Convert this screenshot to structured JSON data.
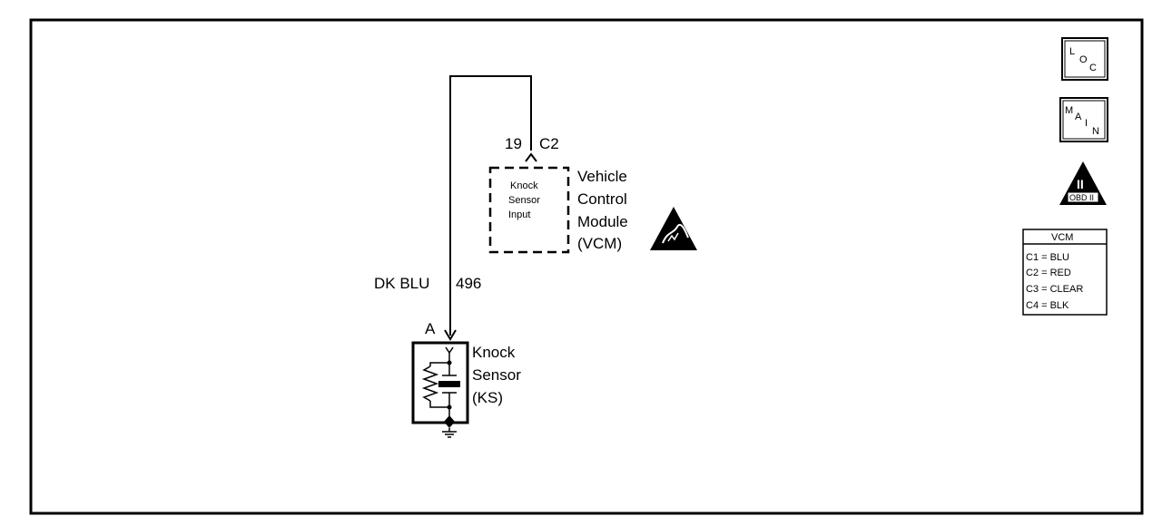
{
  "connector": {
    "pin": "19",
    "id": "C2"
  },
  "vcm_internal": {
    "line1": "Knock",
    "line2": "Sensor",
    "line3": "Input"
  },
  "vcm_label": {
    "line1": "Vehicle",
    "line2": "Control",
    "line3": "Module",
    "line4": "(VCM)"
  },
  "wire": {
    "color": "DK BLU",
    "circuit": "496"
  },
  "sensor_terminal": "A",
  "sensor_label": {
    "line1": "Knock",
    "line2": "Sensor",
    "line3": "(KS)"
  },
  "loc_icon": {
    "c1": "L",
    "c2": "O",
    "c3": "C"
  },
  "main_icon": {
    "c1": "M",
    "c2": "A",
    "c3": "I",
    "c4": "N"
  },
  "obd_icon": {
    "numeral": "II",
    "text": "OBD II"
  },
  "vcm_legend": {
    "title": "VCM",
    "rows": [
      "C1 = BLU",
      "C2 = RED",
      "C3 = CLEAR",
      "C4 = BLK"
    ]
  }
}
